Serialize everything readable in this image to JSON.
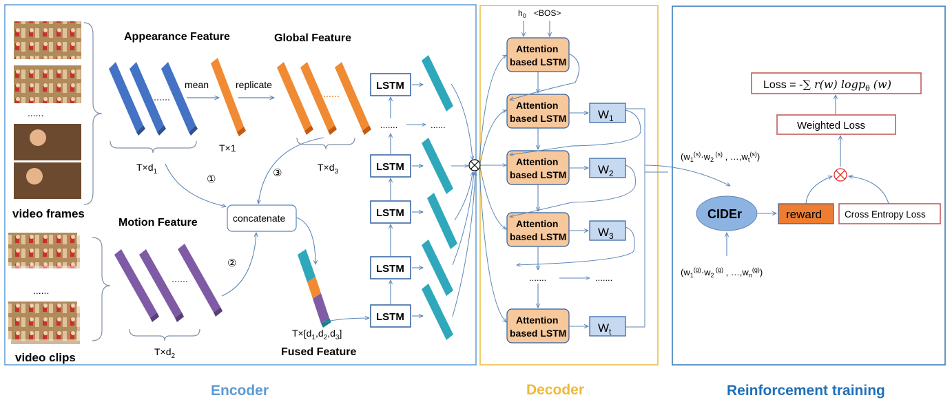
{
  "sections": {
    "encoder": "Encoder",
    "decoder": "Decoder",
    "reinforcement": "Reinforcement training"
  },
  "colors": {
    "encoder": "#5b9bd5",
    "decoder": "#f0b93a",
    "reinforcement": "#2e75b6",
    "appearance": "#4472c4",
    "global": "#f08a33",
    "motion": "#7f5ba6",
    "lstm_out": "#2fa8bb",
    "decoder_cell": "#f7c89b",
    "word_box": "#c5d9f0",
    "cider": "#8db3e2",
    "reward": "#ed7d31",
    "loss_border": "#c0504d"
  },
  "encoder": {
    "appearance_feature": "Appearance Feature",
    "global_feature": "Global Feature",
    "motion_feature": "Motion Feature",
    "fused_feature": "Fused Feature",
    "video_frames": "video frames",
    "video_clips": "video clips",
    "frames_ellipsis": "......",
    "clips_ellipsis": "......",
    "mean": "mean",
    "replicate": "replicate",
    "t1": "T×1",
    "td1_main": "T×d",
    "td1_sub": "1",
    "td2_main": "T×d",
    "td2_sub": "2",
    "td3_main": "T×d",
    "td3_sub": "3",
    "fused_dim_pre": "T×[d",
    "fused_dim_sub1": "1",
    "fused_dim_mid1": ",d",
    "fused_dim_sub2": "2",
    "fused_dim_mid2": ",d",
    "fused_dim_sub3": "3",
    "fused_dim_end": "]",
    "concatenate": "concatenate",
    "circle1": "①",
    "circle2": "②",
    "circle3": "③",
    "lstm_label": "LSTM",
    "lstm_ellipsis_a": ".......",
    "lstm_ellipsis_b": "......"
  },
  "decoder": {
    "h0_main": "h",
    "h0_sub": "0",
    "bos": "<BOS>",
    "cell_line1": "Attention",
    "cell_line2": "based LSTM",
    "words": [
      {
        "main": "W",
        "sub": "1"
      },
      {
        "main": "W",
        "sub": "2"
      },
      {
        "main": "W",
        "sub": "3"
      },
      {
        "main": "W",
        "sub": "t"
      }
    ],
    "ellipsis_a": ".......",
    "ellipsis_b": "......."
  },
  "reinforcement": {
    "loss_prefix": "Loss = ",
    "loss_formula": "-∑ r(w) logp",
    "loss_theta": "θ",
    "loss_suffix": " (w)",
    "weighted_loss": "Weighted Loss",
    "cider": "CIDEr",
    "reward": "reward",
    "cross_entropy": "Cross Entropy  Loss",
    "sample_seq": {
      "open": "(w",
      "s1sub": "1",
      "s1sup": "(s)",
      "w2": "·w",
      "s2sub": "2",
      "s2sup": " (s)",
      "mid": " ,   …,w",
      "stsub": "t",
      "stsup": "(s)",
      "close": ")"
    },
    "gt_seq": {
      "open": "(w",
      "g1sub": "1",
      "g1sup": "(g)",
      "w2": "·w",
      "g2sub": "2",
      "g2sup": " (g)",
      "mid": " ,   …,w",
      "gnsub": "n",
      "gnsup": "(g)",
      "close": ")"
    }
  }
}
